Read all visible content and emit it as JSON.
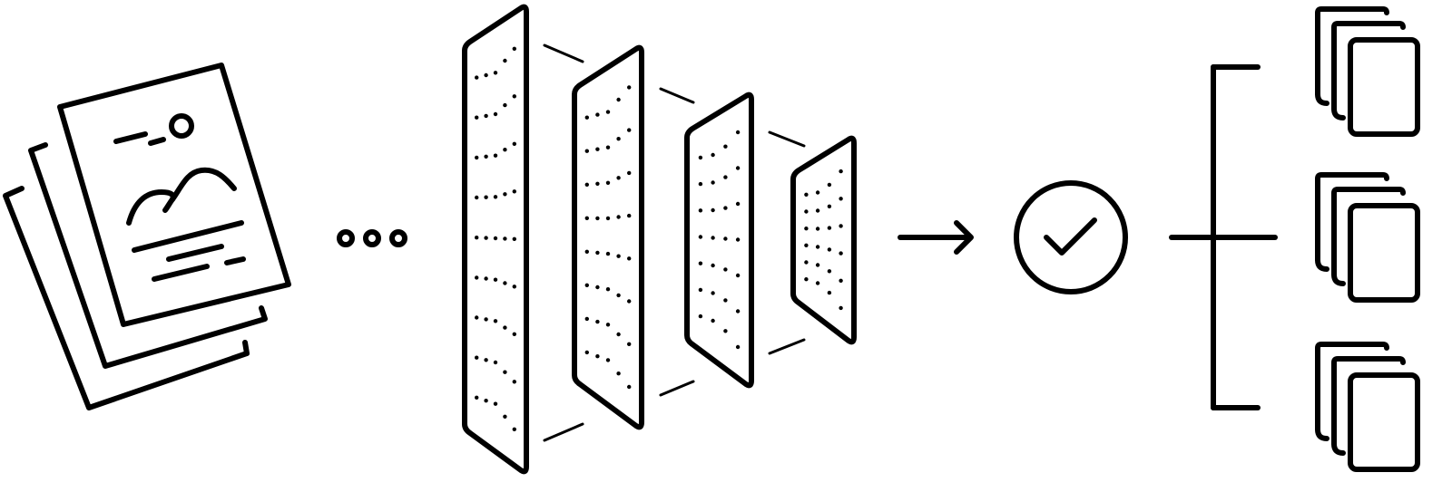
{
  "diagram": {
    "stroke_color": "#000000",
    "background": "#ffffff",
    "nodes": [
      {
        "id": "input-documents",
        "icon": "document-stack-icon"
      },
      {
        "id": "ellipsis",
        "icon": "ellipsis-icon"
      },
      {
        "id": "network-layer-1",
        "icon": "layer-panel-icon"
      },
      {
        "id": "network-layer-2",
        "icon": "layer-panel-icon"
      },
      {
        "id": "network-layer-3",
        "icon": "layer-panel-icon"
      },
      {
        "id": "network-layer-4",
        "icon": "layer-panel-icon"
      },
      {
        "id": "output-arrow",
        "icon": "arrow-right-icon"
      },
      {
        "id": "check",
        "icon": "check-circle-icon"
      },
      {
        "id": "branch",
        "icon": "bracket-branch-icon"
      },
      {
        "id": "output-group-1",
        "icon": "card-stack-icon"
      },
      {
        "id": "output-group-2",
        "icon": "card-stack-icon"
      },
      {
        "id": "output-group-3",
        "icon": "card-stack-icon"
      }
    ]
  }
}
